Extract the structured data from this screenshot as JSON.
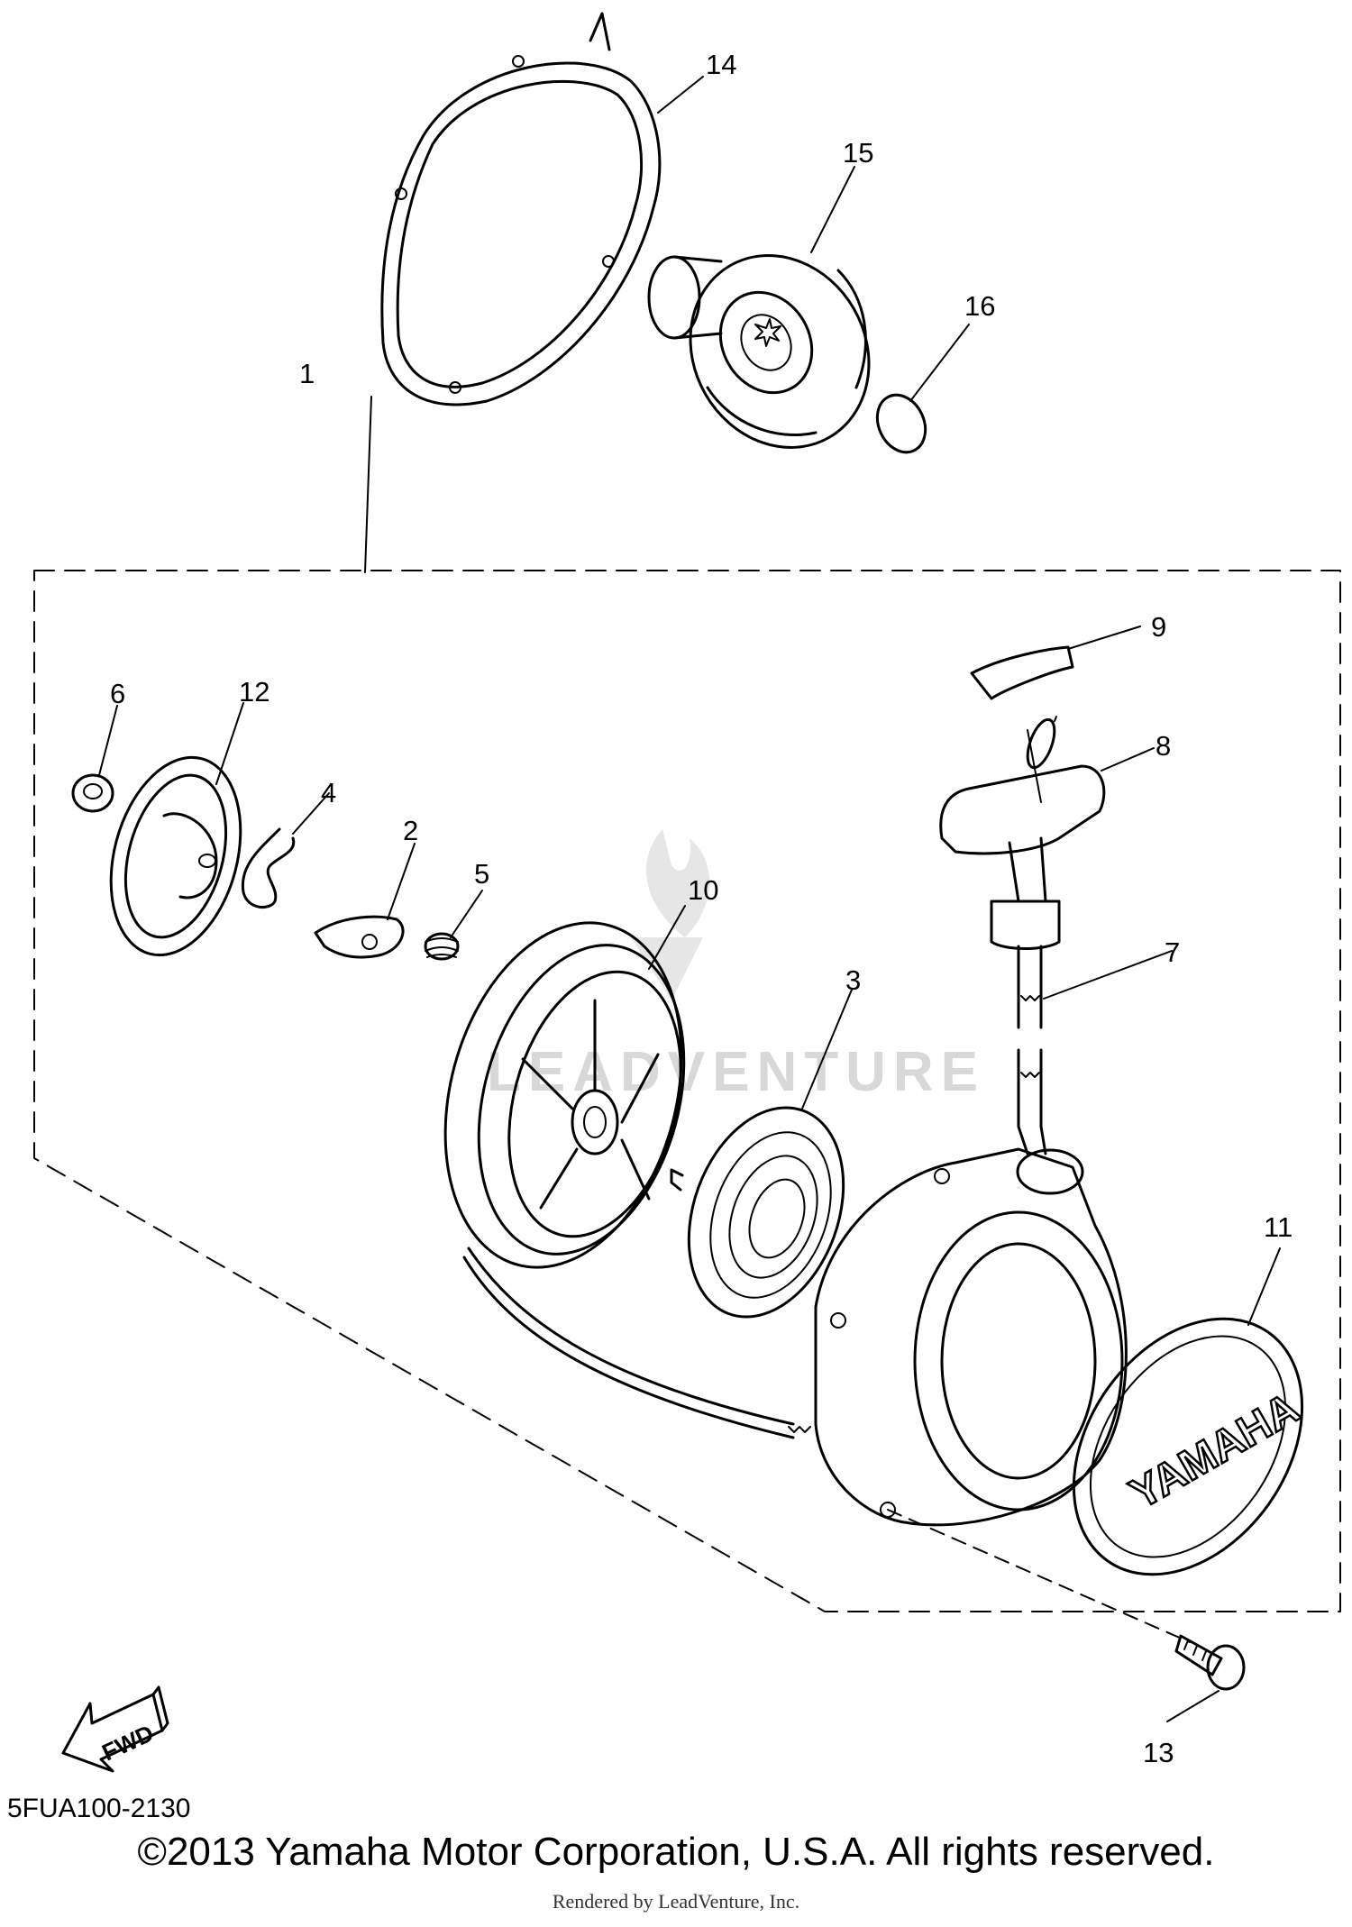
{
  "diagram": {
    "code": "5FUA100-2130",
    "copyright": "©2013 Yamaha Motor Corporation, U.S.A. All rights reserved.",
    "rendered_by": "Rendered by LeadVenture, Inc.",
    "watermark": "LEADVENTURE",
    "fwd_label": "FWD",
    "cover_logo": "YAMAHA",
    "callouts": [
      "1",
      "2",
      "3",
      "4",
      "5",
      "6",
      "7",
      "8",
      "9",
      "10",
      "11",
      "12",
      "13",
      "14",
      "15",
      "16"
    ]
  }
}
